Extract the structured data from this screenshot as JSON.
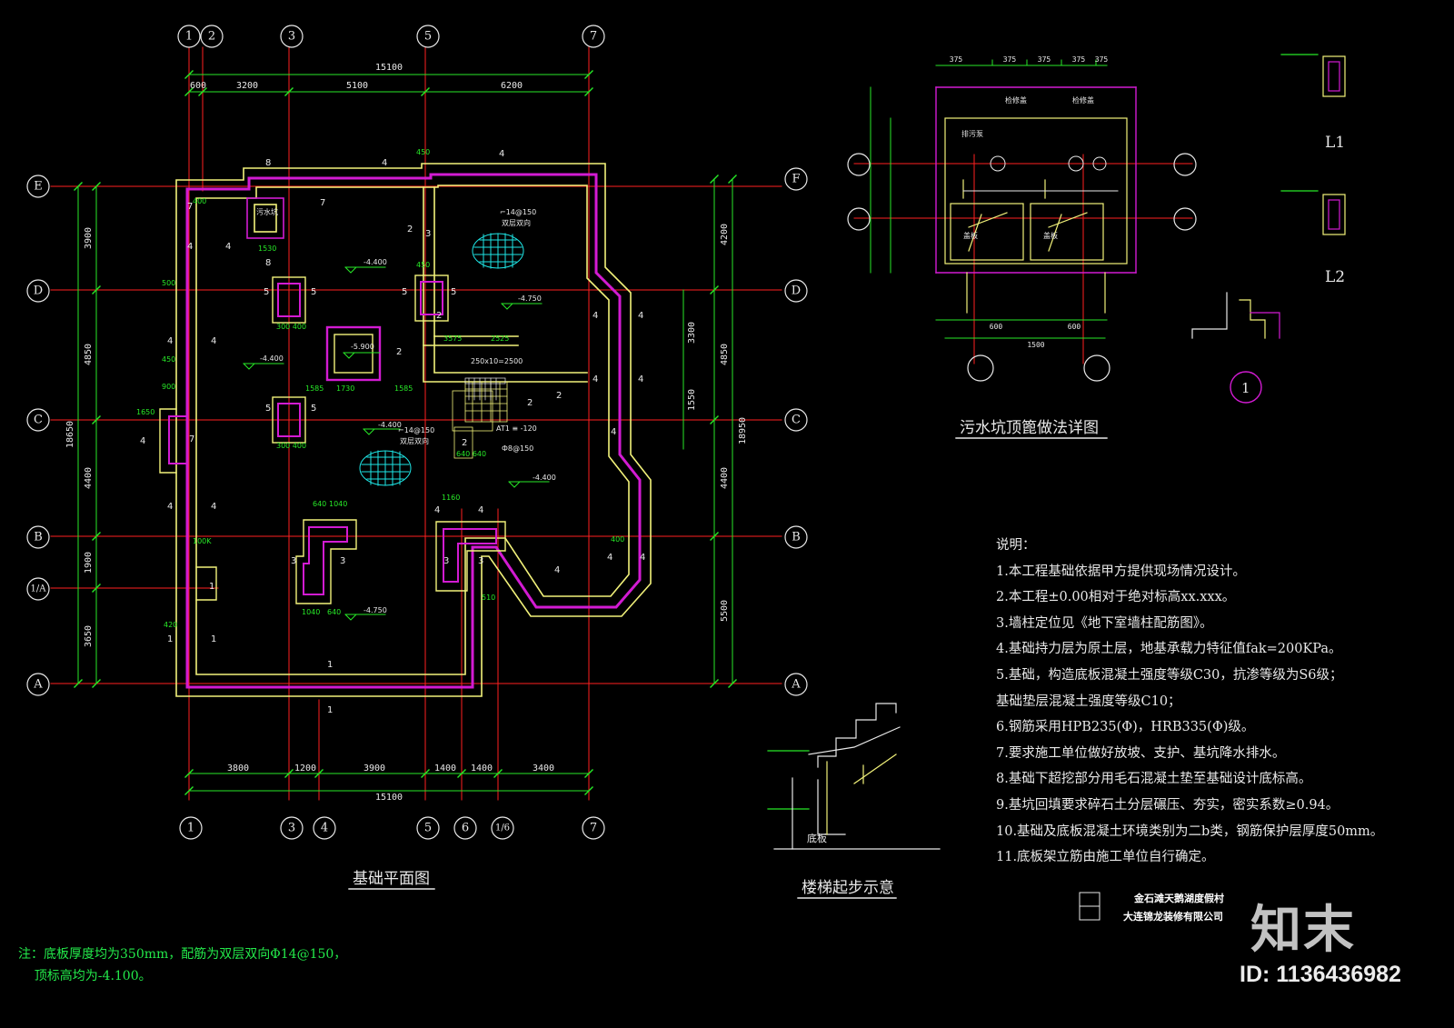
{
  "titles": {
    "plan": "基础平面图",
    "sump": "污水坑顶篦做法详图",
    "stair": "楼梯起步示意",
    "beam1": "L1",
    "beam2": "L2",
    "detail_mark": "1",
    "stair_base": "底板"
  },
  "axes": {
    "top": [
      "1",
      "2",
      "3",
      "5",
      "7"
    ],
    "bottom": [
      "1",
      "3",
      "4",
      "5",
      "6",
      "1/6",
      "7"
    ],
    "left": [
      "E",
      "D",
      "C",
      "B",
      "1/A",
      "A"
    ],
    "right": [
      "F",
      "D",
      "C",
      "B",
      "A"
    ]
  },
  "dims": {
    "top_total": "15100",
    "top_parts": [
      "600",
      "3200",
      "5100",
      "6200"
    ],
    "bottom_total": "15100",
    "bottom_parts": [
      "3800",
      "1200",
      "3900",
      "1400",
      "1400",
      "3400"
    ],
    "left_total": "18650",
    "left_parts": [
      "3900",
      "4850",
      "4400",
      "1900",
      "3650"
    ],
    "right_total": "18950",
    "right_parts": [
      "4200",
      "4850",
      "4400",
      "5500"
    ],
    "right_inner": [
      "3300",
      "1550"
    ],
    "sump_top": [
      "375",
      "375",
      "375",
      "375",
      "375"
    ],
    "sump_bottom": [
      "600",
      "600"
    ],
    "sump_bottom_total": "1500"
  },
  "plan_labels": {
    "elev_1": "-4.400",
    "elev_2": "-4.400",
    "elev_3": "-4.400",
    "elev_4": "-4.400",
    "elev_5": "-4.750",
    "elev_6": "-4.750",
    "elev_pit": "-5.900",
    "rebar_1": "⌐14@150",
    "rebar_1b": "双层双向",
    "rebar_2": "⌐14@150",
    "rebar_2b": "双层双向",
    "pit": "污水坑",
    "stair_note": "AT1 ≡ -120",
    "stair_note2": "Ф8@150",
    "ramp": "250x10=2500"
  },
  "notes": {
    "heading": "说明：",
    "items": [
      "1.本工程基础依据甲方提供现场情况设计。",
      "2.本工程±0.00相对于绝对标高xx.xxx。",
      "3.墙柱定位见《地下室墙柱配筋图》。",
      "4.基础持力层为原土层，地基承载力特征值fak=200KPa。",
      "5.基础，构造底板混凝土强度等级C30，抗渗等级为S6级；",
      "  基础垫层混凝土强度等级C10；",
      "6.钢筋采用HPB235(Φ)，HRB335(Φ)级。",
      "7.要求施工单位做好放坡、支护、基坑降水排水。",
      "8.基础下超挖部分用毛石混凝土垫至基础设计底标高。",
      "9.基坑回填要求碎石土分层碾压、夯实，密实系数≥0.94。",
      "10.基础及底板混凝土环境类别为二b类，钢筋保护层厚度50mm。",
      "11.底板架立筋由施工单位自行确定。"
    ],
    "footnote_1": "注：底板厚度均为350mm，配筋为双层双向Φ14@150，",
    "footnote_2": "    顶标高均为-4.100。"
  },
  "title_block": {
    "line1": "金石滩天鹅湖度假村",
    "line2": "大连锦龙装修有限公司"
  },
  "brand": {
    "logo": "知末",
    "id": "ID: 1136436982"
  },
  "colors": {
    "background": "#000000",
    "grid_red": "#ff2020",
    "wall_yellow": "#f2f27a",
    "wall_magenta": "#d21bd2",
    "dim_green": "#27e827",
    "text_white": "#e8e8e8",
    "hatch_cyan": "#1ee6e6"
  }
}
